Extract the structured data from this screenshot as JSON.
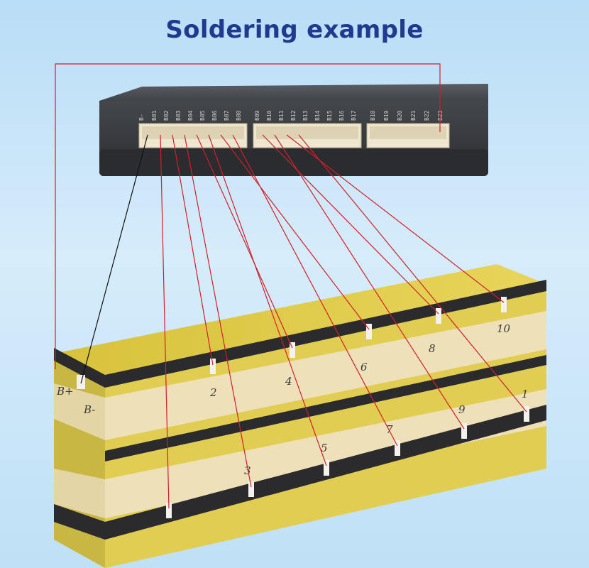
{
  "title": "Soldering example",
  "colors": {
    "title": "#1f3a8f",
    "wire_red": "#d11f2b",
    "wire_black": "#111111",
    "bms_case": "#3a3d42",
    "tape_yellow": "#e7d24a",
    "paper": "#efe3c2"
  },
  "pin_labels_group1": [
    "B-",
    "B01",
    "B02",
    "B03",
    "B04",
    "B05",
    "B06",
    "B07",
    "B08"
  ],
  "pin_labels_group2": [
    "B09",
    "B10",
    "B11",
    "B12",
    "B13",
    "B14",
    "B15",
    "B16",
    "B17"
  ],
  "pin_labels_group3": [
    "B18",
    "B19",
    "B20",
    "B21",
    "B22",
    "B23"
  ],
  "pack_labels": {
    "left_plus": "B+",
    "left_minus": "B-",
    "n2": "2",
    "n3": "3",
    "n4": "4",
    "n5": "5",
    "n6": "6",
    "n7": "7",
    "n8": "8",
    "n9": "9",
    "n10": "10",
    "n11": "1"
  }
}
